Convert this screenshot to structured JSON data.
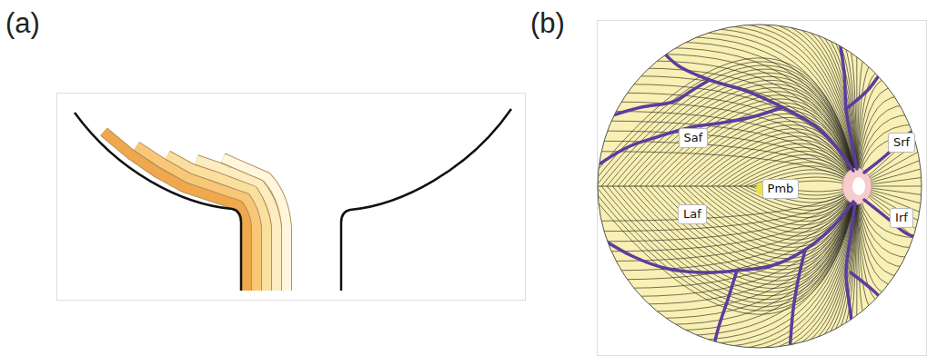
{
  "diagram": {
    "nodes": [
      {
        "text": [
          "Saf"
        ]
      },
      {
        "text": [
          "Srf"
        ]
      },
      {
        "text": [
          "Pmb"
        ]
      },
      {
        "text": [
          "Laf"
        ]
      },
      {
        "text": [
          "Irf"
        ]
      }
    ],
    "labels": [
      "(a)",
      "(b)"
    ]
  }
}
